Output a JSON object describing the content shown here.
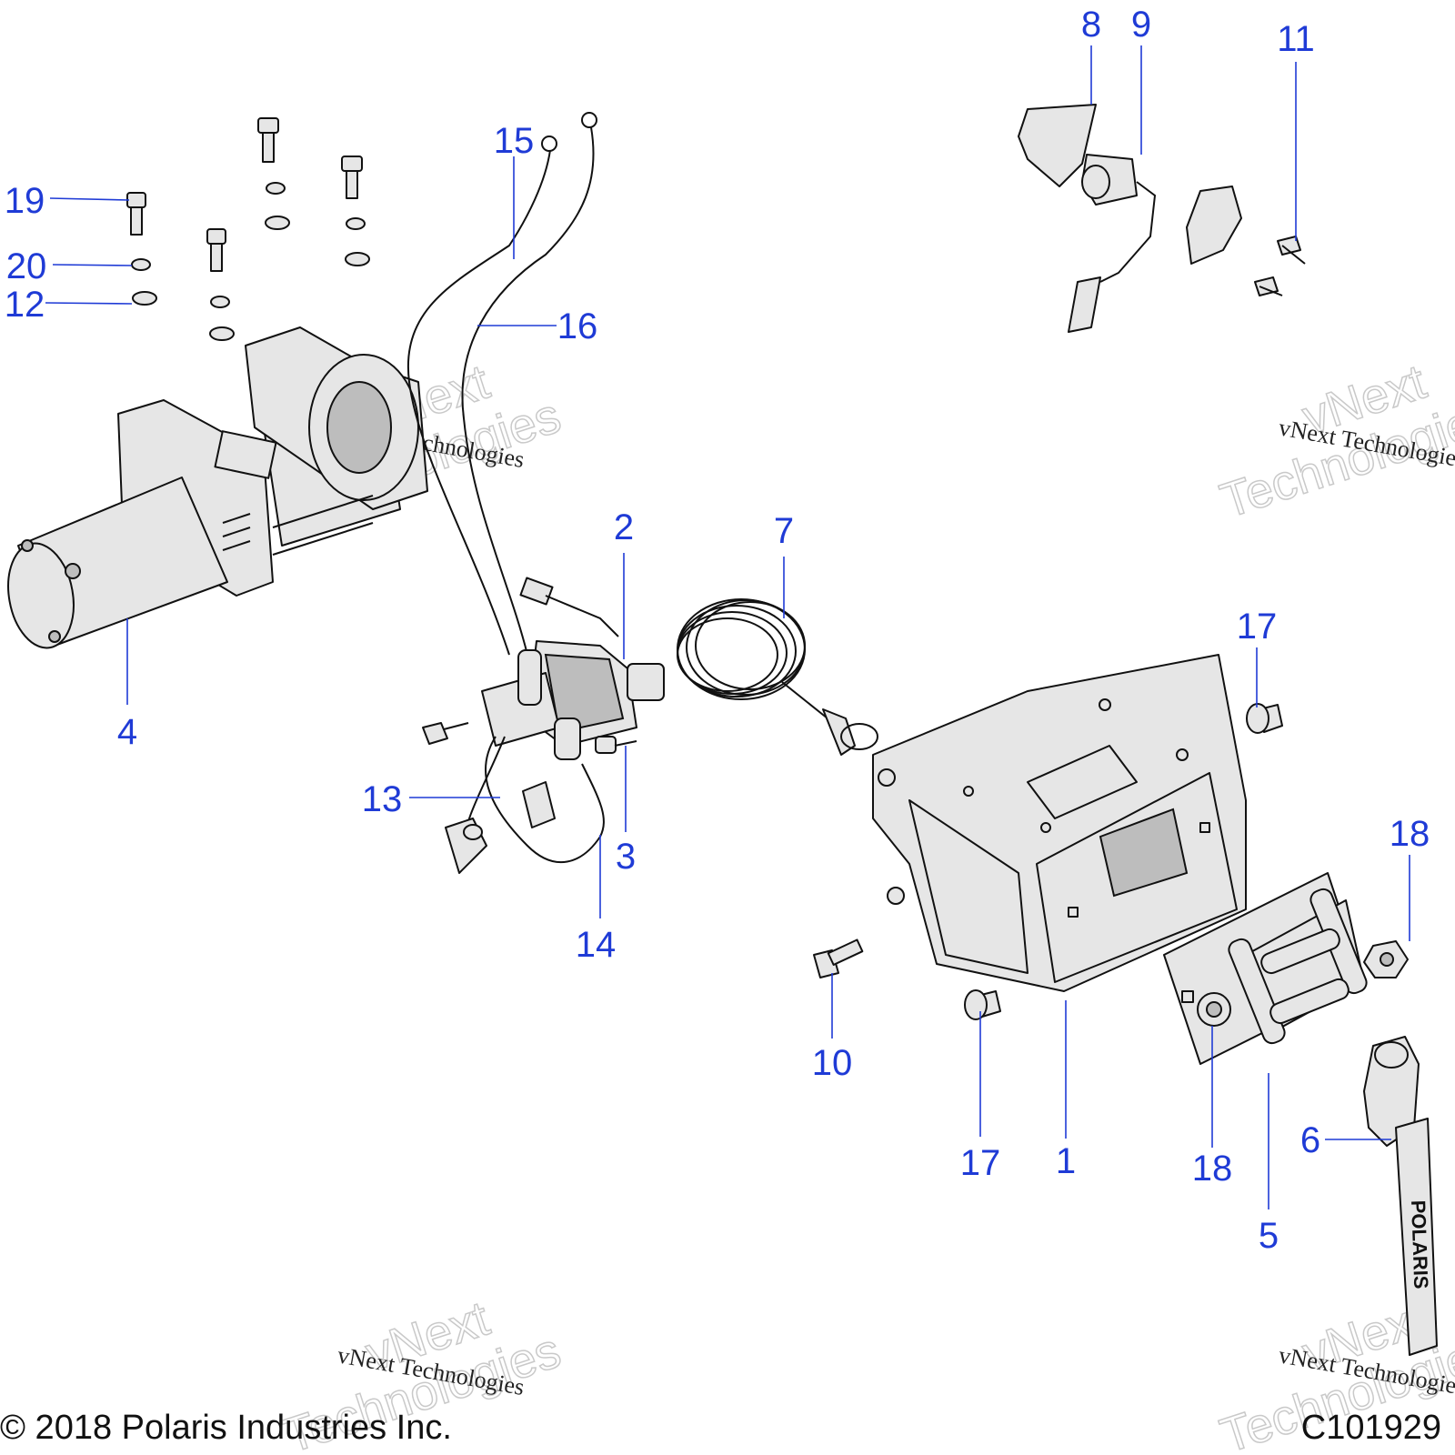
{
  "diagram": {
    "callouts": [
      {
        "id": "c1",
        "label": "1"
      },
      {
        "id": "c2",
        "label": "2"
      },
      {
        "id": "c3",
        "label": "3"
      },
      {
        "id": "c4",
        "label": "4"
      },
      {
        "id": "c5",
        "label": "5"
      },
      {
        "id": "c6",
        "label": "6"
      },
      {
        "id": "c7",
        "label": "7"
      },
      {
        "id": "c8",
        "label": "8"
      },
      {
        "id": "c9",
        "label": "9"
      },
      {
        "id": "c10",
        "label": "10"
      },
      {
        "id": "c11",
        "label": "11"
      },
      {
        "id": "c12",
        "label": "12"
      },
      {
        "id": "c13",
        "label": "13"
      },
      {
        "id": "c14",
        "label": "14"
      },
      {
        "id": "c15",
        "label": "15"
      },
      {
        "id": "c16",
        "label": "16"
      },
      {
        "id": "c17a",
        "label": "17"
      },
      {
        "id": "c17b",
        "label": "17"
      },
      {
        "id": "c18a",
        "label": "18"
      },
      {
        "id": "c18b",
        "label": "18"
      },
      {
        "id": "c19",
        "label": "19"
      },
      {
        "id": "c20",
        "label": "20"
      }
    ],
    "hook_strap_text": "POLARIS",
    "callout_color": "#1f3bd6"
  },
  "watermark": {
    "big_line1": "vNext",
    "big_line2": "Technologies",
    "small": "vNext Technologies"
  },
  "footer": {
    "copyright": "© 2018 Polaris Industries Inc.",
    "figure_id": "C101929"
  }
}
